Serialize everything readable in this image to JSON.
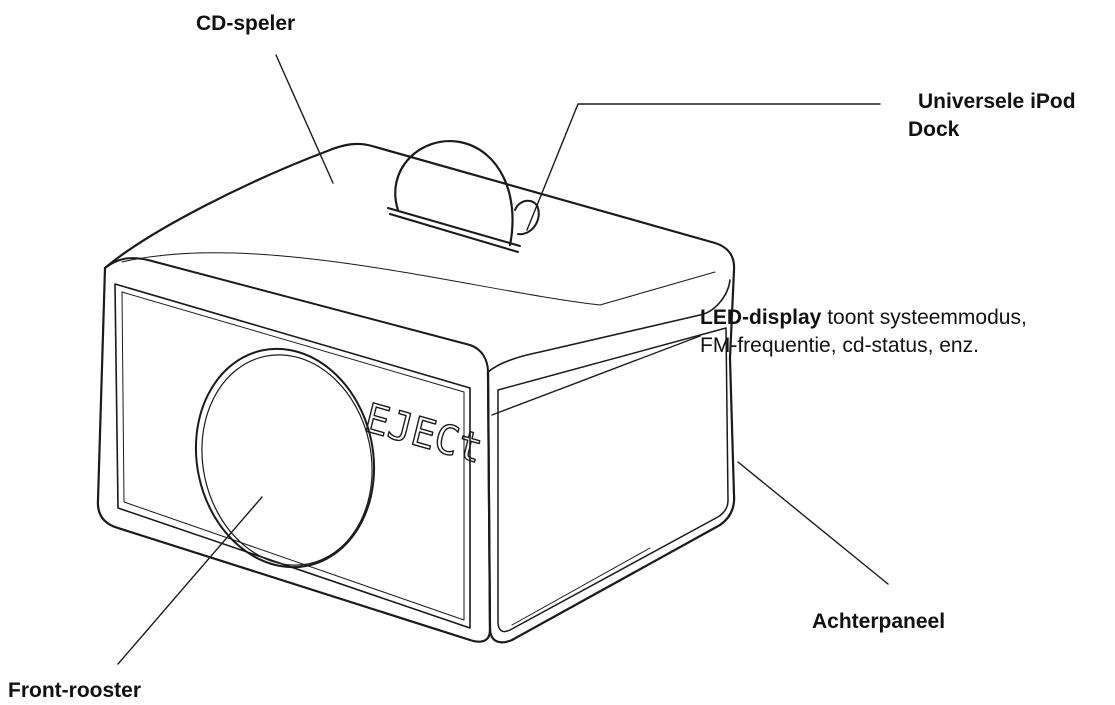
{
  "labels": {
    "cd_player": "CD-speler",
    "ipod_dock_line1": "Universele iPod",
    "ipod_dock_line2": "Dock",
    "led_display_bold": "LED-display",
    "led_display_rest": " toont systeemmodus,",
    "led_display_line2": "FM-frequentie, cd-status, enz.",
    "back_panel": "Achterpaneel",
    "front_grille": "Front-rooster"
  },
  "display": {
    "text": "EJECt"
  },
  "colors": {
    "line": "#1a1a1a",
    "text": "#111111",
    "background": "#ffffff"
  }
}
